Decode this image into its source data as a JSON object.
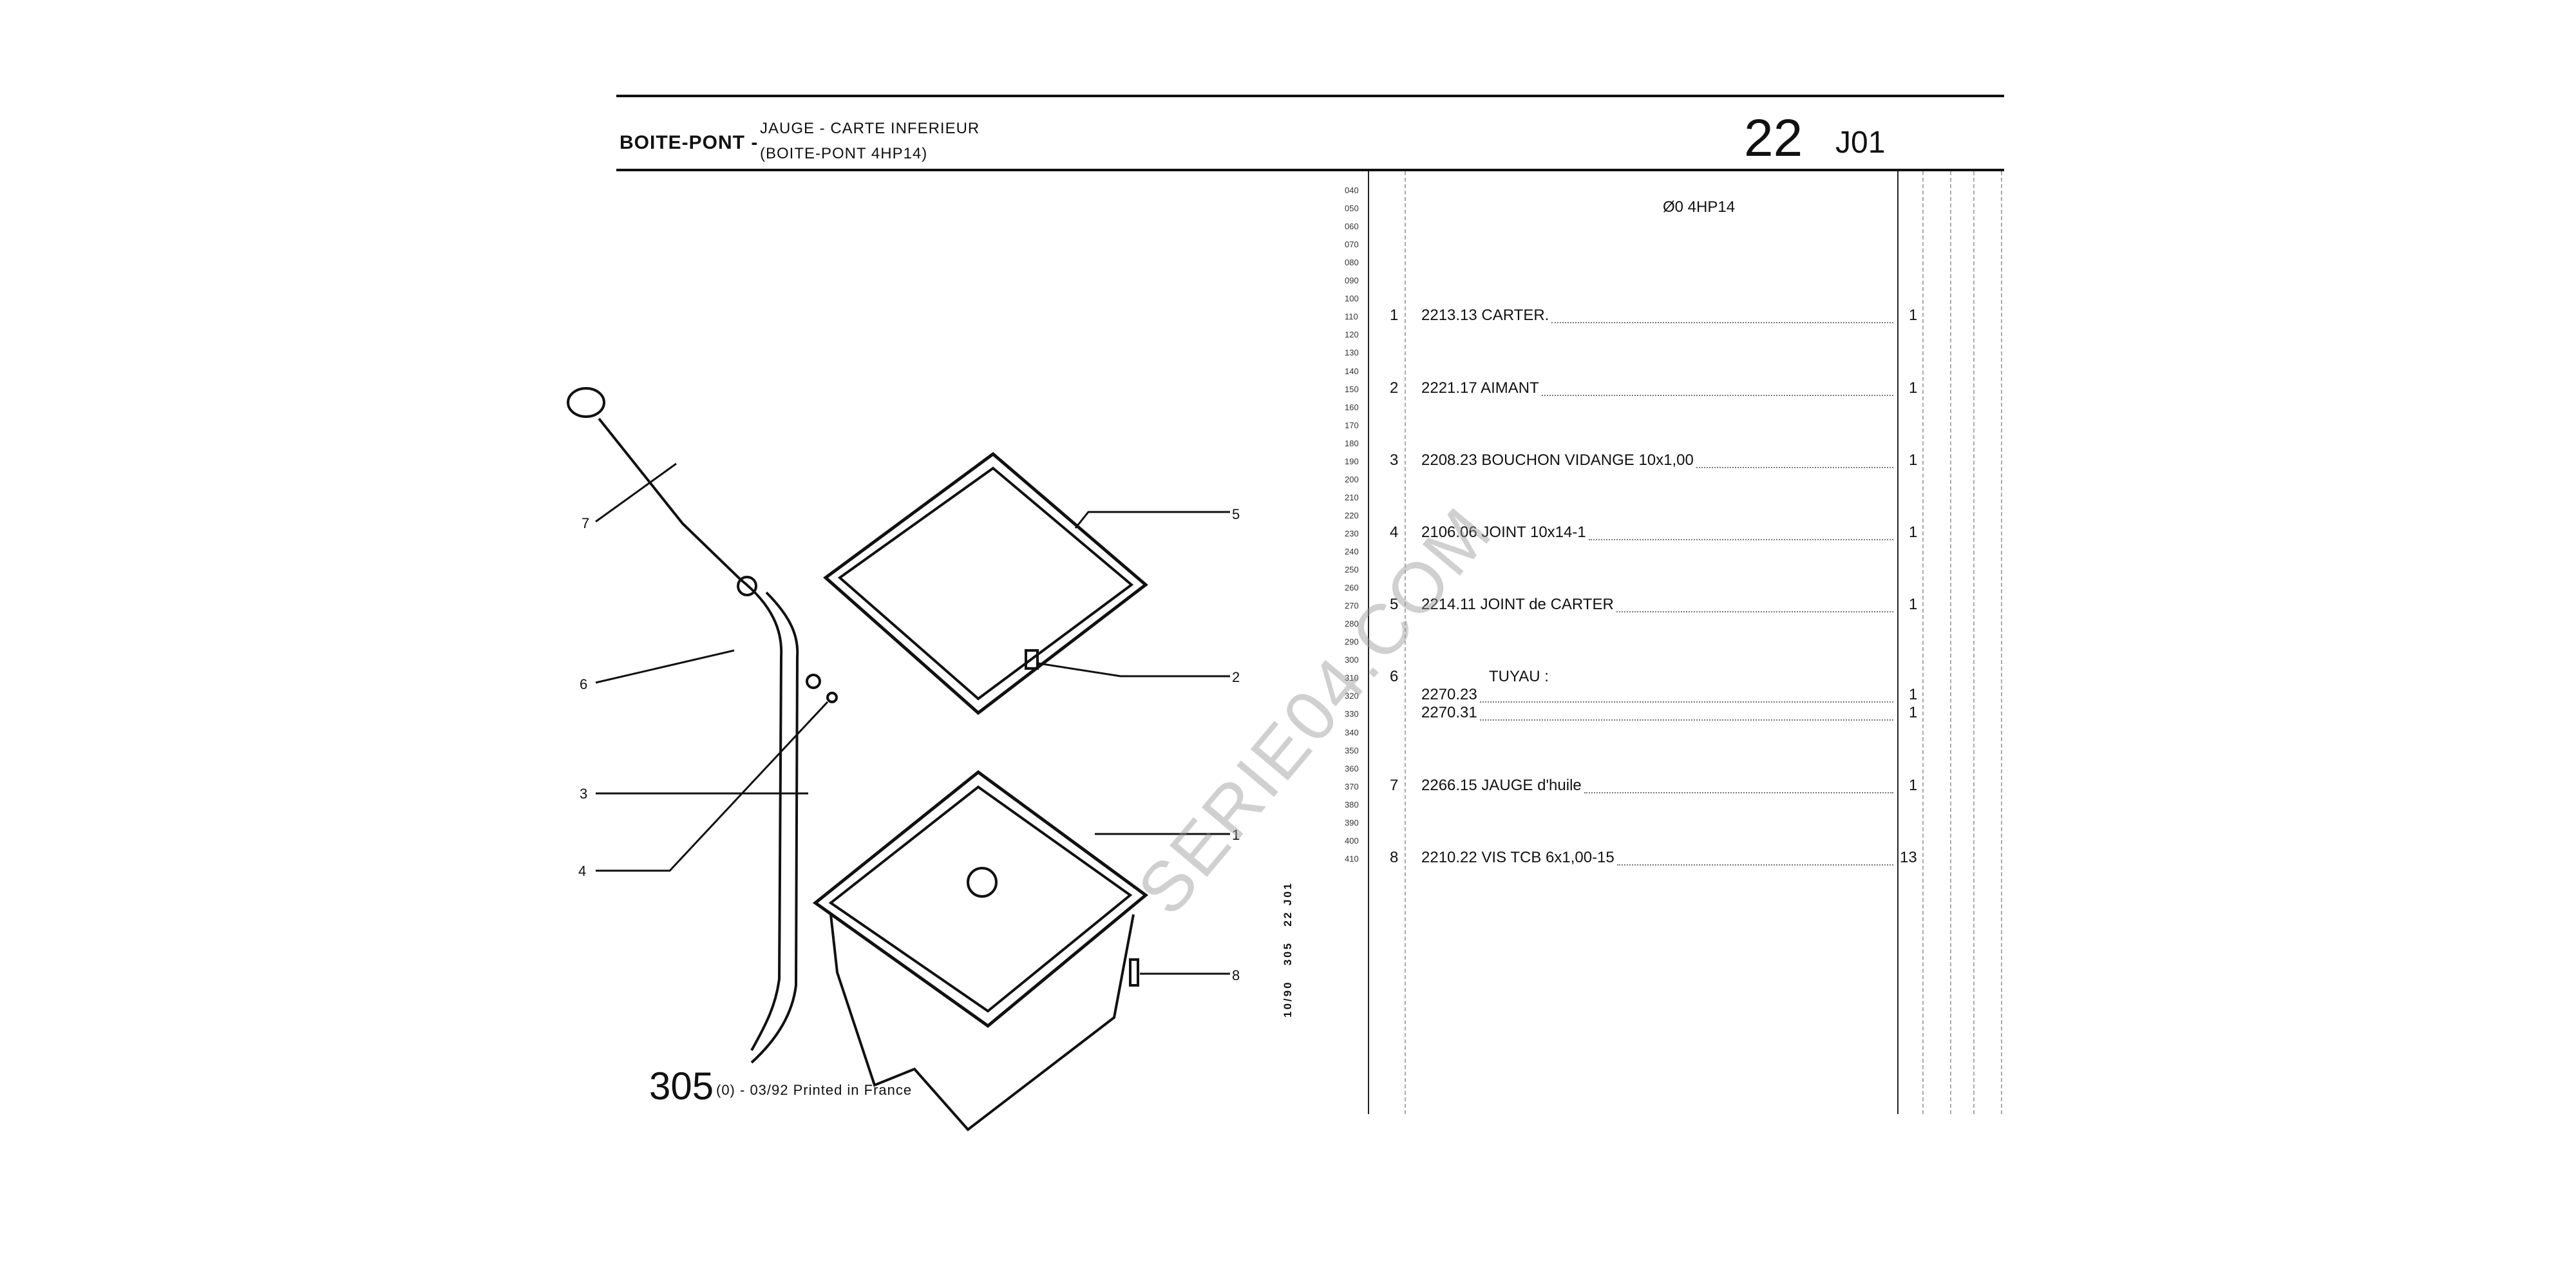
{
  "header": {
    "section": "BOITE-PONT -",
    "title_line1": "JAUGE - CARTE INFERIEUR",
    "title_line2": "(BOITE-PONT 4HP14)",
    "group_number": "22",
    "page_code": "J01"
  },
  "model_label": "Ø0 4HP14",
  "line_numbers": [
    "040",
    "050",
    "060",
    "070",
    "080",
    "090",
    "100",
    "110",
    "120",
    "130",
    "140",
    "150",
    "160",
    "170",
    "180",
    "190",
    "200",
    "210",
    "220",
    "230",
    "240",
    "250",
    "260",
    "270",
    "280",
    "290",
    "300",
    "310",
    "320",
    "330",
    "340",
    "350",
    "360",
    "370",
    "380",
    "390",
    "400",
    "410"
  ],
  "parts": [
    {
      "item": "1",
      "text": "2213.13 CARTER.",
      "qty": "1"
    },
    {
      "item": "2",
      "text": "2221.17 AIMANT",
      "qty": "1"
    },
    {
      "item": "3",
      "text": "2208.23 BOUCHON VIDANGE 10x1,00",
      "qty": "1"
    },
    {
      "item": "4",
      "text": "2106.06 JOINT 10x14-1",
      "qty": "1"
    },
    {
      "item": "5",
      "text": "2214.11 JOINT de CARTER",
      "qty": "1"
    },
    {
      "item": "6",
      "text": "TUYAU :",
      "qty": ""
    },
    {
      "item": "",
      "text": "2270.23",
      "qty": "1"
    },
    {
      "item": "",
      "text": "2270.31",
      "qty": "1"
    },
    {
      "item": "7",
      "text": "2266.15 JAUGE d'huile",
      "qty": "1"
    },
    {
      "item": "8",
      "text": "2210.22 VIS TCB 6x1,00-15",
      "qty": "13"
    }
  ],
  "callouts": [
    "1",
    "2",
    "3",
    "4",
    "5",
    "6",
    "7",
    "8"
  ],
  "footer": {
    "model": "305",
    "edition": "(0) - 03/92 Printed in France",
    "vertical_ref": "10/90   305   22 J01"
  },
  "watermark": "SERIE04.COM"
}
